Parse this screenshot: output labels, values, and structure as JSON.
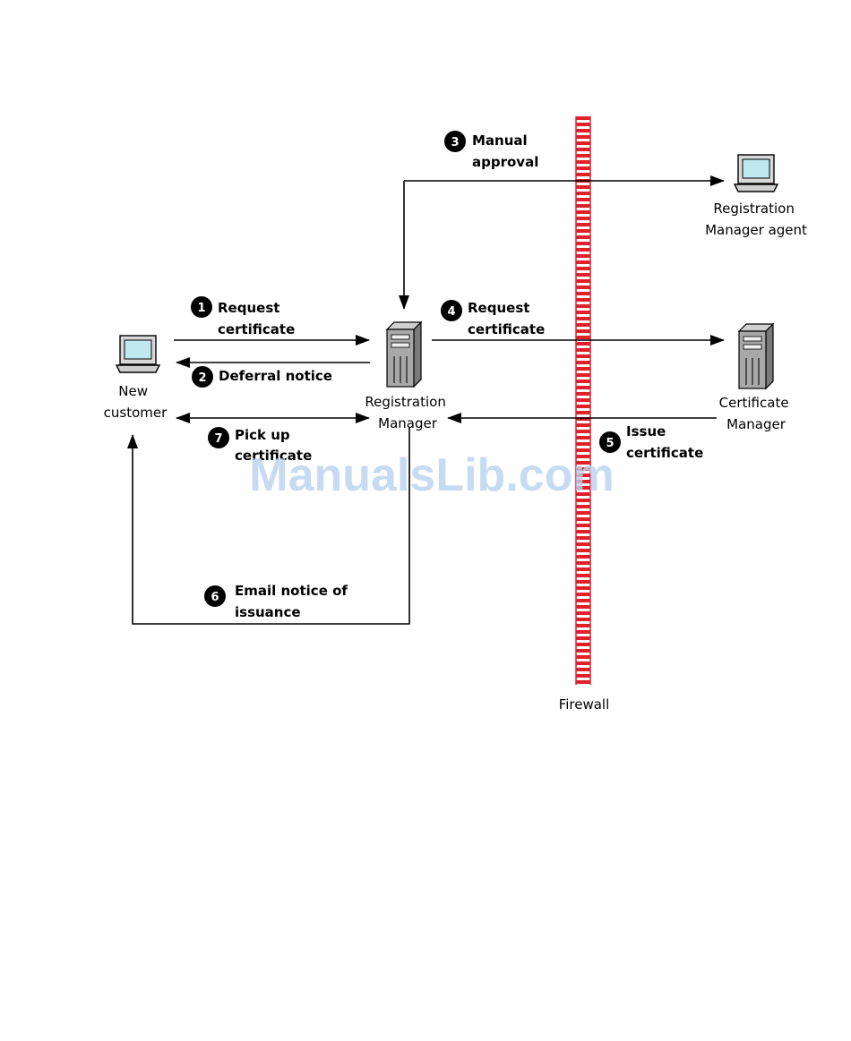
{
  "nodes": {
    "new_customer": [
      "New",
      "customer"
    ],
    "registration_manager": [
      "Registration",
      "Manager"
    ],
    "registration_manager_agent": [
      "Registration",
      "Manager agent"
    ],
    "certificate_manager": [
      "Certificate",
      "Manager"
    ],
    "firewall": "Firewall"
  },
  "steps": [
    {
      "number": "1",
      "lines": [
        "Request",
        "certificate"
      ]
    },
    {
      "number": "2",
      "lines": [
        "Deferral notice"
      ]
    },
    {
      "number": "3",
      "lines": [
        "Manual",
        "approval"
      ]
    },
    {
      "number": "4",
      "lines": [
        "Request",
        "certificate"
      ]
    },
    {
      "number": "5",
      "lines": [
        "Issue",
        "certificate"
      ]
    },
    {
      "number": "6",
      "lines": [
        "Email notice of",
        "issuance"
      ]
    },
    {
      "number": "7",
      "lines": [
        "Pick up",
        "certificate"
      ]
    }
  ],
  "watermark": "ManualsLib.com",
  "colors": {
    "firewall": "#e0202a",
    "screen": "#bfe8ee",
    "server": "#a8a8a8"
  }
}
